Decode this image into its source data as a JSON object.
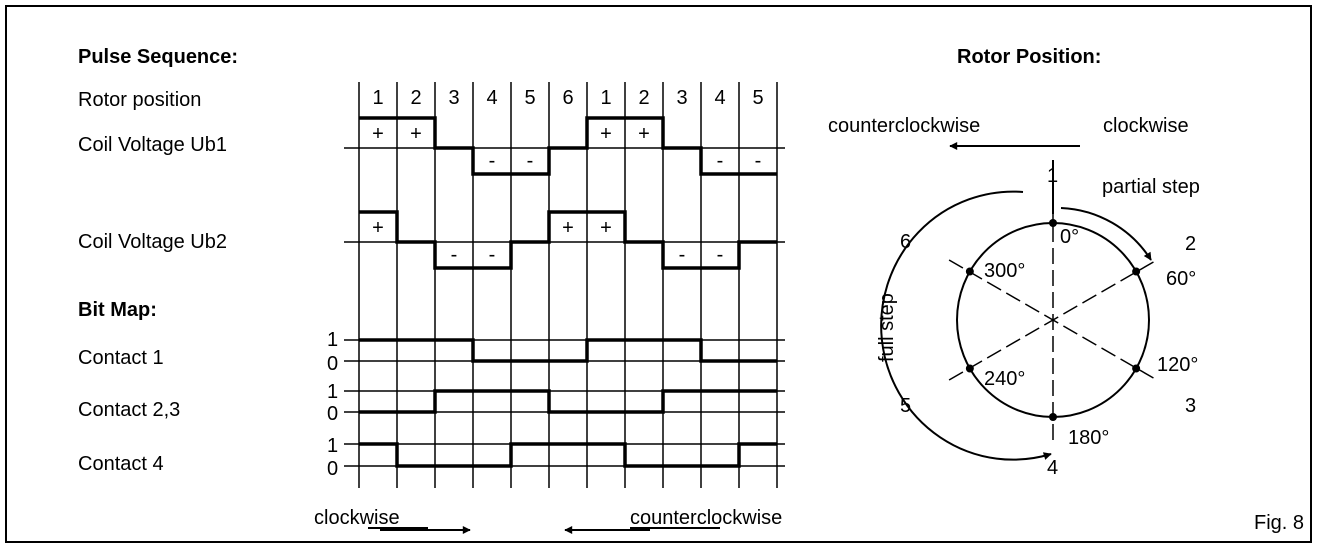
{
  "headings": {
    "pulse_sequence": "Pulse Sequence:",
    "bit_map": "Bit Map:",
    "rotor_position": "Rotor Position:"
  },
  "row_labels": {
    "rotor_position": "Rotor position",
    "coil_ub1": "Coil Voltage Ub1",
    "coil_ub2": "Coil Voltage Ub2",
    "contact1": "Contact  1",
    "contact23": "Contact  2,3",
    "contact4": "Contact  4"
  },
  "positions": [
    "1",
    "2",
    "3",
    "4",
    "5",
    "6",
    "1",
    "2",
    "3",
    "4",
    "5"
  ],
  "ub1_signs": [
    "+",
    "+",
    "",
    "-",
    "-",
    "",
    "+",
    "+",
    "",
    "-",
    "-"
  ],
  "ub1_levels": [
    1,
    1,
    0,
    -1,
    -1,
    0,
    1,
    1,
    0,
    -1,
    -1
  ],
  "ub2_signs": [
    "+",
    "",
    "-",
    "-",
    "",
    "+",
    "+",
    "",
    "-",
    "-",
    ""
  ],
  "ub2_levels": [
    1,
    0,
    -1,
    -1,
    0,
    1,
    1,
    0,
    -1,
    -1,
    0
  ],
  "contact1_bits": [
    1,
    1,
    1,
    0,
    0,
    0,
    1,
    1,
    1,
    0,
    0
  ],
  "contact23_bits": [
    0,
    0,
    1,
    1,
    1,
    0,
    0,
    0,
    1,
    1,
    1
  ],
  "contact4_bits": [
    1,
    0,
    0,
    0,
    1,
    1,
    1,
    0,
    0,
    0,
    1
  ],
  "bit_one": "1",
  "bit_zero": "0",
  "direction_bottom": {
    "clockwise": "clockwise",
    "counterclockwise": "counterclockwise"
  },
  "rotor": {
    "counterclockwise": "counterclockwise",
    "clockwise": "clockwise",
    "partial_step": "partial step",
    "full_step": "full step",
    "angles": [
      "0°",
      "60°",
      "120°",
      "180°",
      "240°",
      "300°"
    ],
    "position_numbers": [
      "1",
      "2",
      "3",
      "4",
      "5",
      "6"
    ]
  },
  "figure_label": "Fig. 8"
}
